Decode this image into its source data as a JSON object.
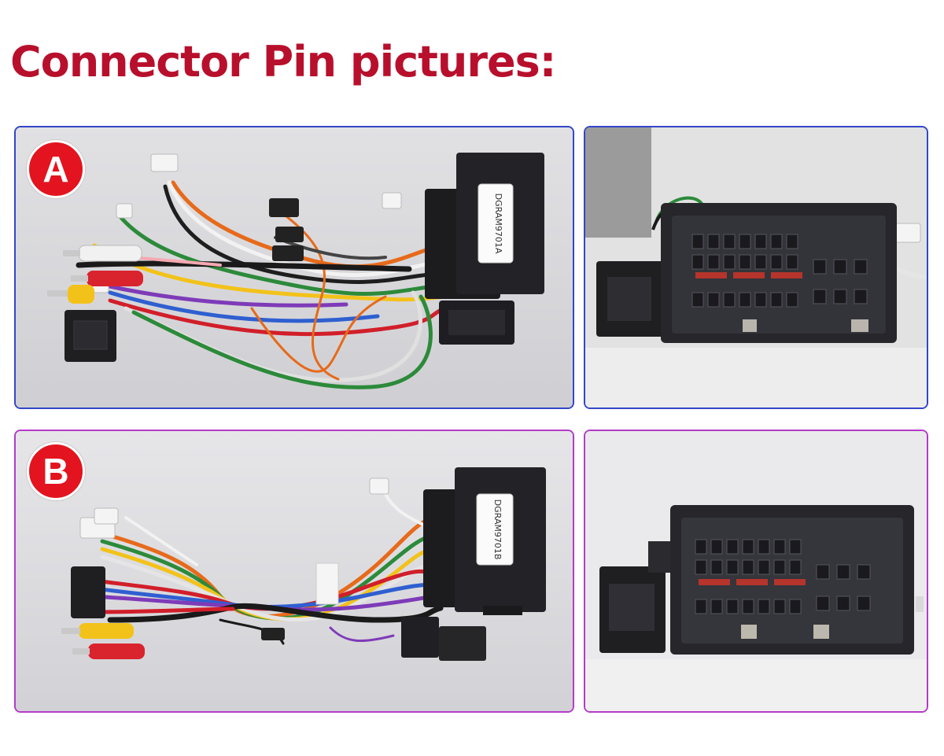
{
  "page": {
    "title": "Connector Pin pictures:"
  },
  "panels": {
    "a": {
      "badge": "A",
      "harness_label": "DGRAM9701A",
      "border_color": "#3346c8"
    },
    "b": {
      "badge": "B",
      "harness_label": "DGRAM9701B",
      "border_color": "#b43bc8"
    }
  },
  "colors": {
    "title": "#b8102c",
    "badge": "#e3141f"
  }
}
